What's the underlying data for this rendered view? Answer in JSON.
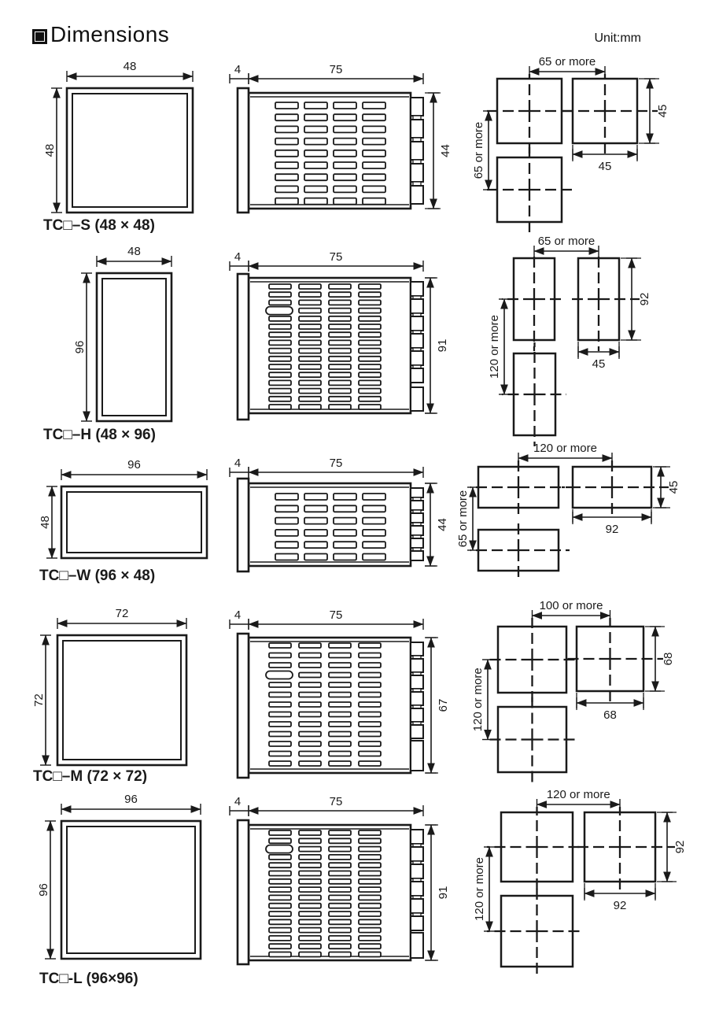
{
  "header": {
    "title": "Dimensions",
    "unit": "Unit:mm"
  },
  "models": [
    {
      "name": "TC□–S (48 × 48)",
      "front": {
        "width": "48",
        "height": "48"
      },
      "side": {
        "bezel": "4",
        "depth": "75",
        "height": "44"
      },
      "cutout": {
        "h_spacing": "65 or more",
        "v_spacing": "65 or more",
        "width": "45",
        "height": "45"
      }
    },
    {
      "name": "TC□–H (48 × 96)",
      "front": {
        "width": "48",
        "height": "96"
      },
      "side": {
        "bezel": "4",
        "depth": "75",
        "height": "91"
      },
      "cutout": {
        "h_spacing": "65 or more",
        "v_spacing": "120 or more",
        "width": "45",
        "height": "92"
      }
    },
    {
      "name": "TC□–W (96 × 48)",
      "front": {
        "width": "96",
        "height": "48"
      },
      "side": {
        "bezel": "4",
        "depth": "75",
        "height": "44"
      },
      "cutout": {
        "h_spacing": "120 or more",
        "v_spacing": "65 or more",
        "width": "92",
        "height": "45"
      }
    },
    {
      "name": "TC□–M (72 × 72)",
      "front": {
        "width": "72",
        "height": "72"
      },
      "side": {
        "bezel": "4",
        "depth": "75",
        "height": "67"
      },
      "cutout": {
        "h_spacing": "100 or more",
        "v_spacing": "120 or more",
        "width": "68",
        "height": "68"
      }
    },
    {
      "name": "TC□-L (96×96)",
      "front": {
        "width": "96",
        "height": "96"
      },
      "side": {
        "bezel": "4",
        "depth": "75",
        "height": "91"
      },
      "cutout": {
        "h_spacing": "120 or more",
        "v_spacing": "120 or more",
        "width": "92",
        "height": "92"
      }
    }
  ]
}
